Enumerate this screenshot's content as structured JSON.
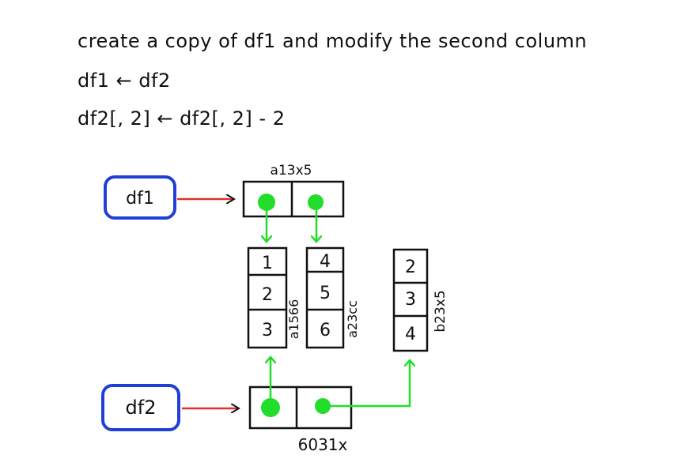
{
  "header": {
    "line1": "create a copy of df1 and modify the second column",
    "line2": "df1 ← df2",
    "line3": "df2[, 2] ← df2[, 2] - 2"
  },
  "labels": {
    "df1": "df1",
    "df2": "df2",
    "df1_list_addr": "a13x5",
    "df2_list_addr": "6031x",
    "col1_addr": "a1566",
    "col2_addr": "a23cc",
    "newcol_addr": "b23x5"
  },
  "vectors": {
    "col1": [
      "1",
      "2",
      "3"
    ],
    "col2": [
      "4",
      "5",
      "6"
    ],
    "newcol": [
      "2",
      "3",
      "4"
    ]
  },
  "colors": {
    "name_box": "#1f3fd6",
    "name_arrow": "#e0302a",
    "pointer": "#22dd2a",
    "ink": "#111111"
  }
}
